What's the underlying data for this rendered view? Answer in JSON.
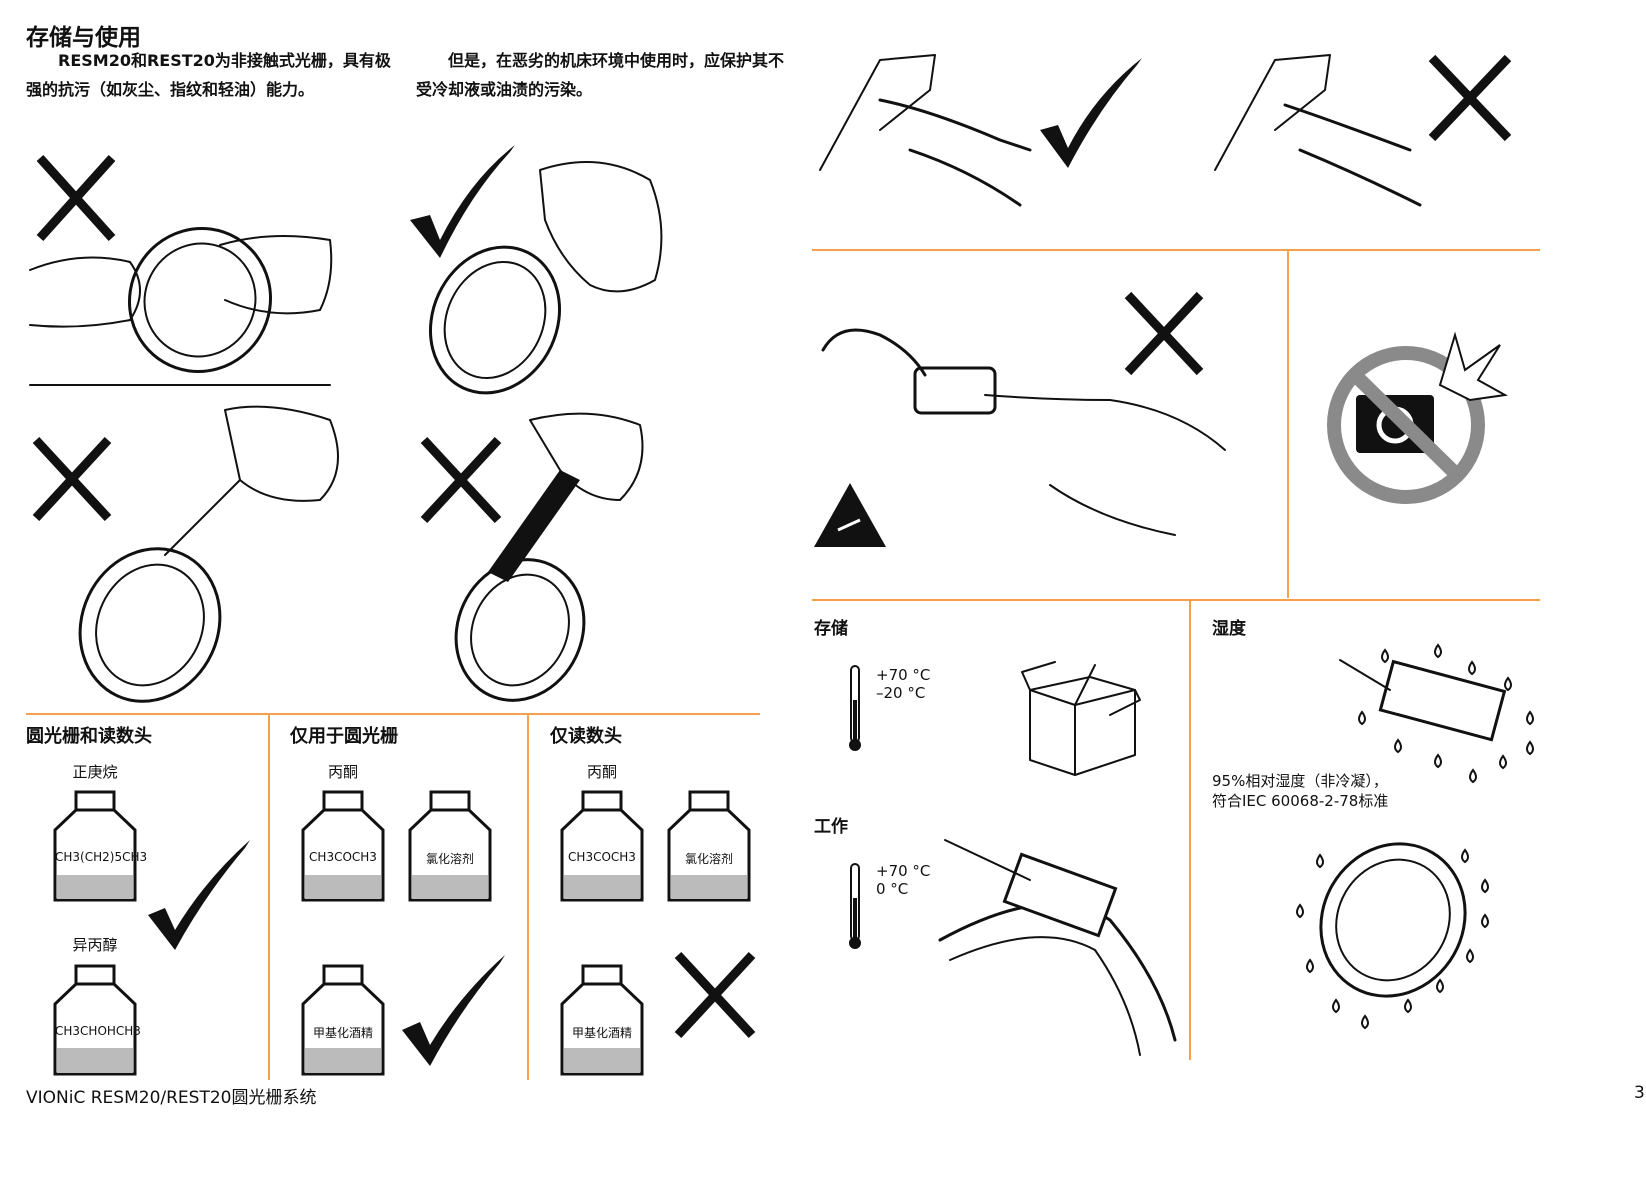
{
  "page": {
    "title": "存储与使用",
    "para_left": "RESM20和REST20为非接触式光栅，具有极强的抗污（如灰尘、指纹和轻油）能力。",
    "para_right": "但是，在恶劣的机床环境中使用时，应保护其不受冷却液或油渍的污染。",
    "footer": "VIONiC RESM20/REST20圆光栅系统",
    "page_number": "3",
    "accent_color": "#f5a04a"
  },
  "solvents": {
    "section_both": "圆光栅和读数头",
    "section_ring_only": "仅用于圆光栅",
    "section_readhead_only": "仅读数头",
    "n_heptane_label": "正庚烷",
    "n_heptane_formula": "CH3(CH2)5CH3",
    "ipa_label": "异丙醇",
    "ipa_formula": "CH3CHOHCH3",
    "acetone_label": "丙酮",
    "acetone_formula": "CH3COCH3",
    "chlorinated_label": "氯化溶剂",
    "methylated_spirits_label": "甲基化酒精"
  },
  "storage": {
    "heading": "存储",
    "max_temp": "+70 °C",
    "min_temp": "–20 °C"
  },
  "operating": {
    "heading": "工作",
    "max_temp": "+70 °C",
    "min_temp": "0 °C"
  },
  "humidity": {
    "heading": "湿度",
    "line1": "95%相对湿度（非冷凝），",
    "line2": "符合IEC 60068-2-78标准"
  },
  "icons": [
    "cross-mark-icon",
    "check-mark-icon",
    "esd-warning-icon",
    "no-flash-camera-icon",
    "thermometer-icon",
    "water-drop-icon",
    "cardboard-box-icon"
  ]
}
